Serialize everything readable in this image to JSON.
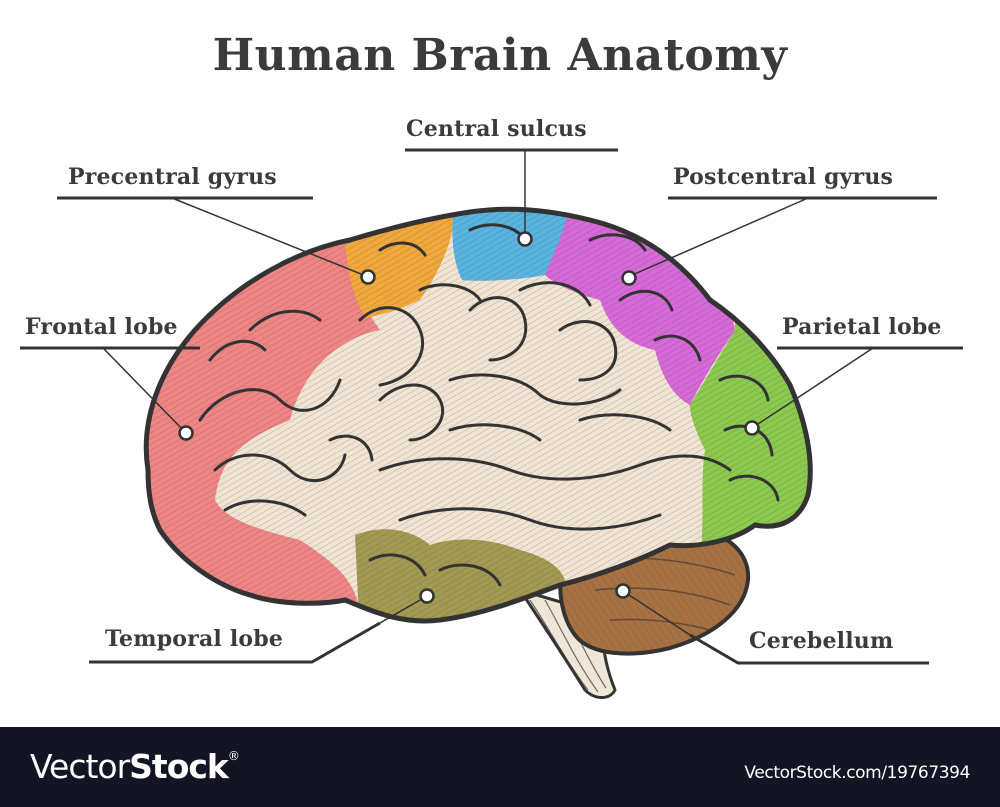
{
  "title": "Human Brain Anatomy",
  "labels": {
    "central_sulcus": "Central sulcus",
    "precentral_gyrus": "Precentral gyrus",
    "postcentral_gyrus": "Postcentral gyrus",
    "frontal_lobe": "Frontal lobe",
    "parietal_lobe": "Parietal lobe",
    "temporal_lobe": "Temporal lobe",
    "cerebellum": "Cerebellum"
  },
  "region_colors": {
    "frontal_lobe": "#f08585",
    "precentral_gyrus": "#f2a93b",
    "central_sulcus": "#5ab4e0",
    "postcentral_gyrus": "#d76ad8",
    "parietal_lobe": "#8cc94f",
    "temporal_lobe": "#a39a52",
    "cerebellum": "#a87142",
    "cortex": "#f1e4d3",
    "brainstem": "#efe6d8",
    "outline": "#333333"
  },
  "footer": {
    "brand_light": "Vector",
    "brand_bold": "Stock",
    "registered": "®",
    "stock_id": "VectorStock.com/19767394"
  }
}
